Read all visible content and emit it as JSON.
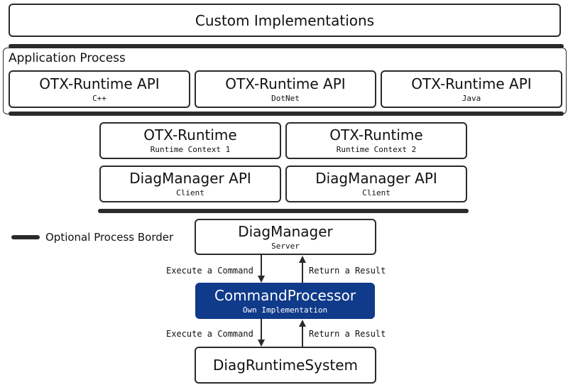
{
  "custom": {
    "title": "Custom Implementations"
  },
  "application_process": {
    "title": "Application Process",
    "apis": [
      {
        "title": "OTX-Runtime API",
        "sub": "C++"
      },
      {
        "title": "OTX-Runtime API",
        "sub": "DotNet"
      },
      {
        "title": "OTX-Runtime API",
        "sub": "Java"
      }
    ]
  },
  "runtimes": [
    {
      "title": "OTX-Runtime",
      "sub": "Runtime Context 1"
    },
    {
      "title": "OTX-Runtime",
      "sub": "Runtime Context 2"
    }
  ],
  "diag_clients": [
    {
      "title": "DiagManager API",
      "sub": "Client"
    },
    {
      "title": "DiagManager API",
      "sub": "Client"
    }
  ],
  "legend": {
    "label": "Optional Process Border"
  },
  "diag_manager": {
    "title": "DiagManager",
    "sub": "Server"
  },
  "command_processor": {
    "title": "CommandProcessor",
    "sub": "Own Implementation"
  },
  "diag_runtime_system": {
    "title": "DiagRuntimeSystem"
  },
  "arrows": {
    "execute_label": "Execute a Command",
    "return_label": "Return a Result"
  },
  "colors": {
    "highlight": "#103a8a",
    "border": "#2b2b2b"
  }
}
